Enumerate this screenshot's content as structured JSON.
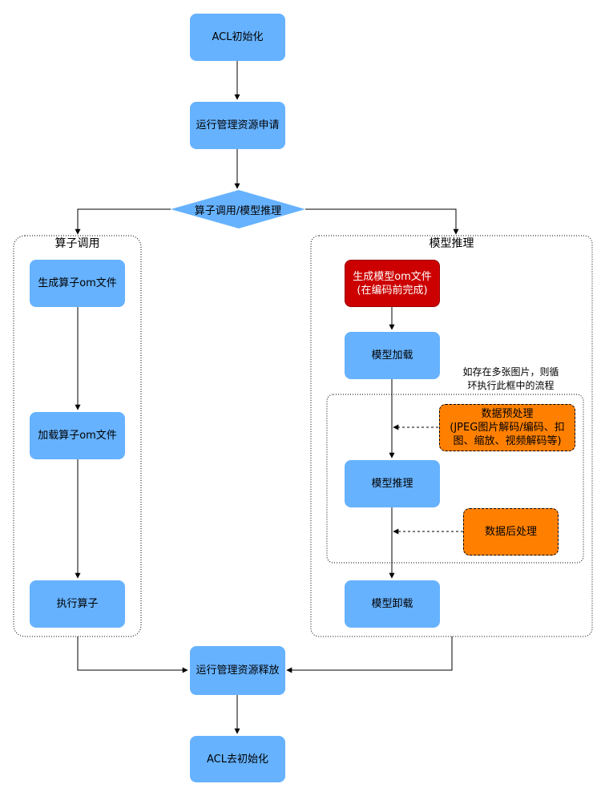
{
  "nodes": {
    "acl_init": "ACL初始化",
    "runtime_apply": "运行管理资源申请",
    "decision": "算子调用/模型推理",
    "op_gen": "生成算子om文件",
    "op_load": "加载算子om文件",
    "op_exec": "执行算子",
    "model_gen": "生成模型om文件\n(在编码前完成)",
    "model_load": "模型加载",
    "preprocess": "数据预处理\n(JPEG图片解码/编码、扣\n图、缩放、视频解码等)",
    "model_infer": "模型推理",
    "postprocess": "数据后处理",
    "model_unload": "模型卸载",
    "runtime_release": "运行管理资源释放",
    "acl_deinit": "ACL去初始化"
  },
  "groups": {
    "operator": "算子调用",
    "model": "模型推理"
  },
  "loop_note": "如存在多张图片，则循\n环执行此框中的流程",
  "colors": {
    "blue": "#66b2ff",
    "red": "#cc0000",
    "orange": "#ff8000"
  }
}
